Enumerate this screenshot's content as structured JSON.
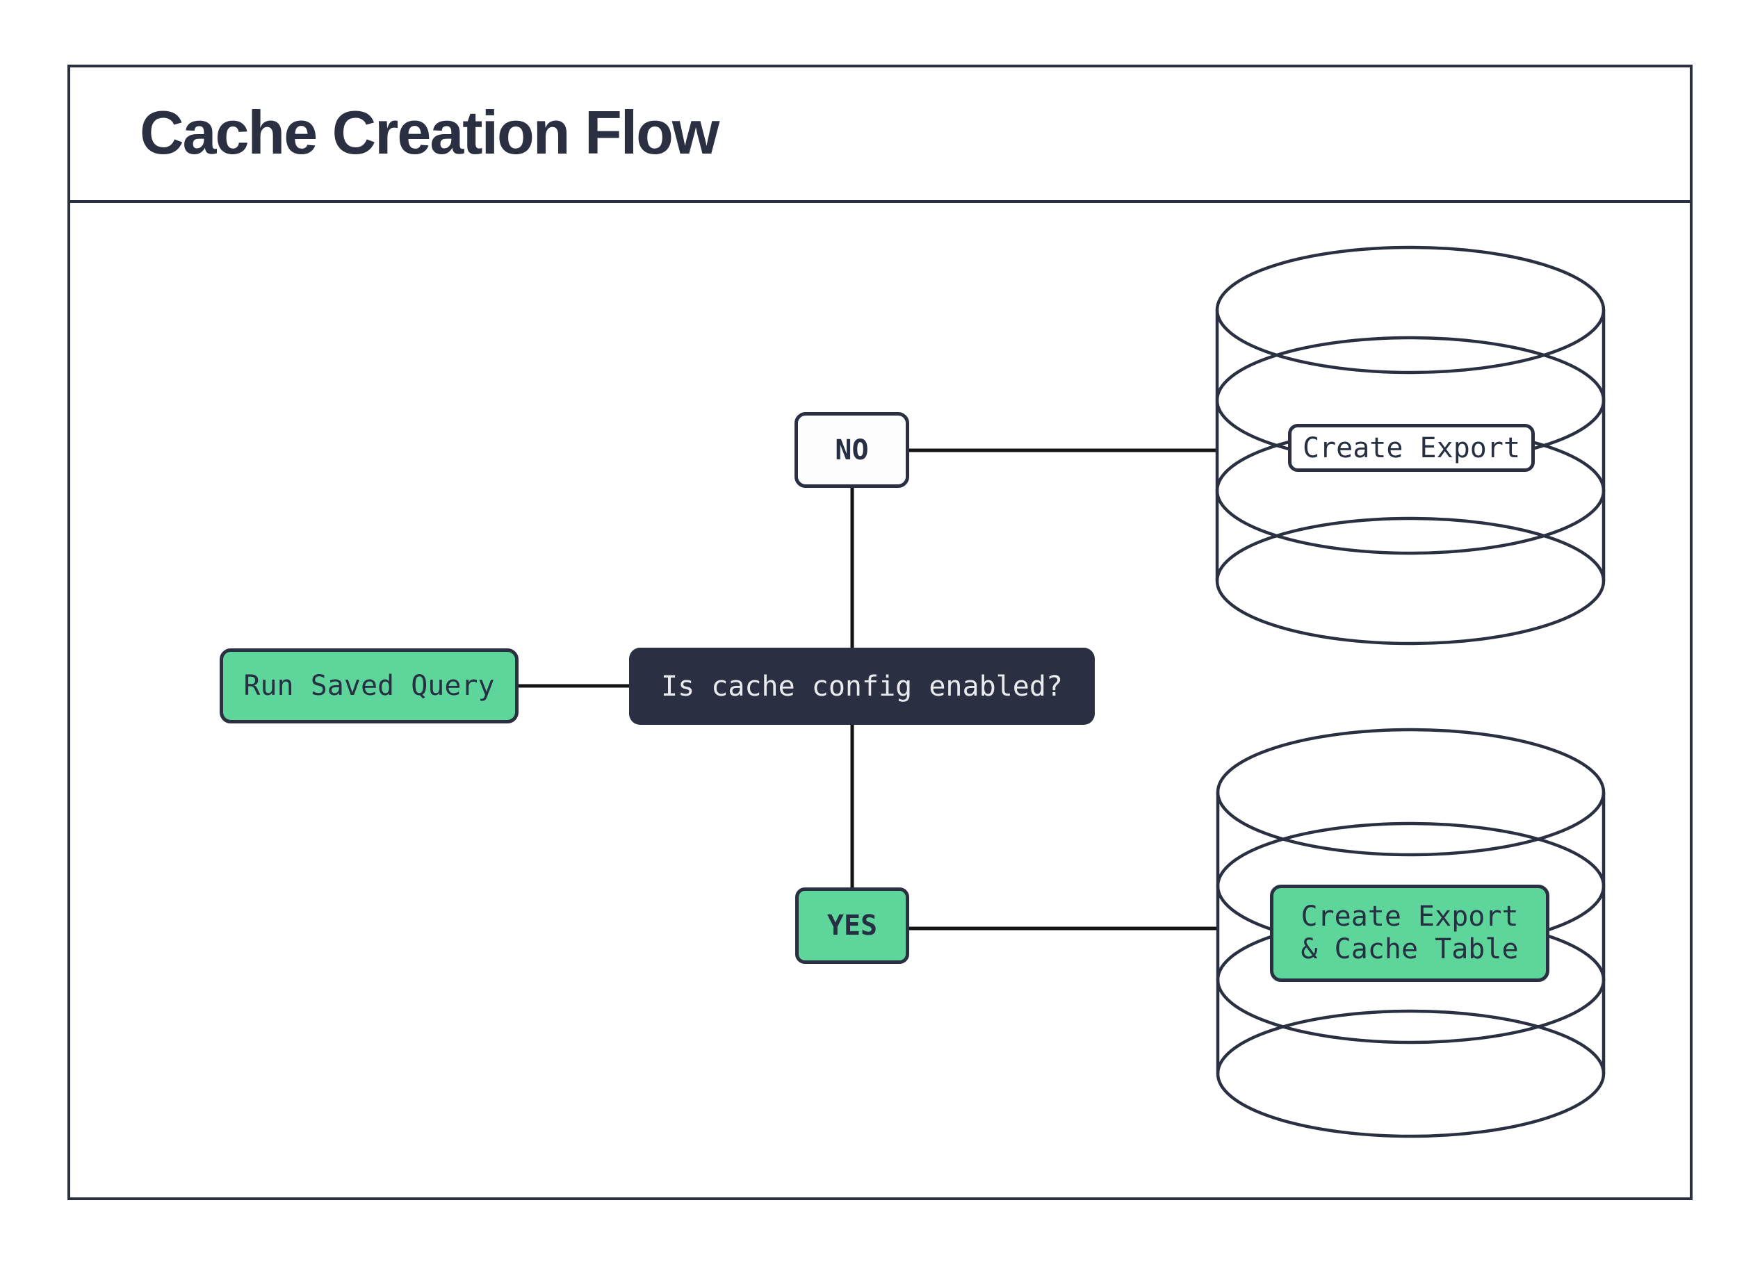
{
  "title": "Cache Creation Flow",
  "flow": {
    "start": {
      "label": "Run Saved Query"
    },
    "decision": {
      "label": "Is cache config enabled?"
    },
    "no_branch": {
      "label": "NO",
      "action": {
        "label": "Create Export"
      }
    },
    "yes_branch": {
      "label": "YES",
      "action": {
        "line1": "Create Export",
        "line2": "& Cache Table"
      }
    }
  },
  "icons": {
    "no_branch_target": "database-cylinder-icon",
    "yes_branch_target": "database-cylinder-icon"
  },
  "colors": {
    "accent_green": "#5ed69b",
    "dark_navy": "#2a3041",
    "connector_black": "#141414",
    "decision_text": "#e9ebef",
    "background": "#ffffff"
  }
}
